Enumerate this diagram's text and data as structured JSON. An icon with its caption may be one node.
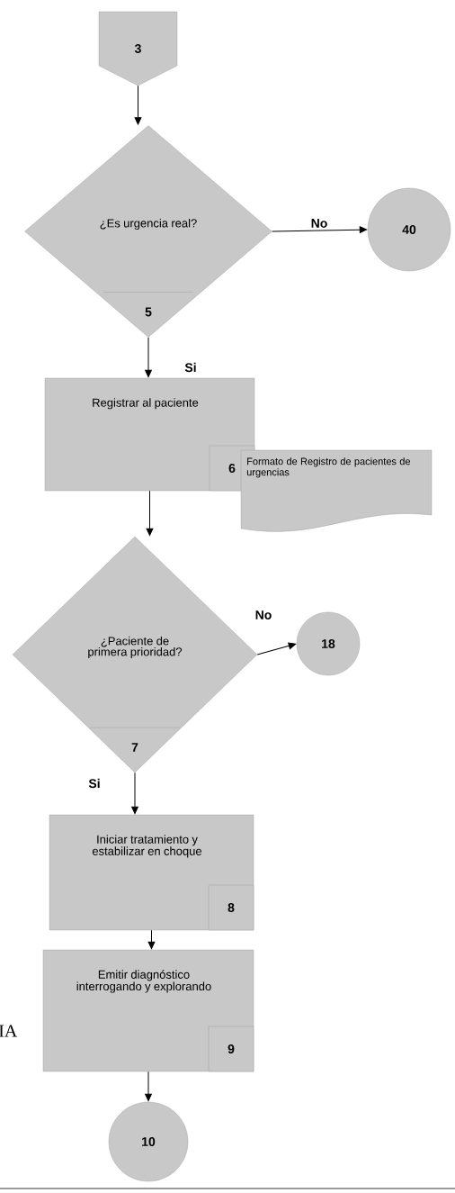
{
  "diagram": {
    "nodes": [
      {
        "text": [
          "3"
        ]
      },
      {
        "text": [
          "¿Es urgencia real?",
          "5"
        ]
      },
      {
        "text": [
          "40"
        ]
      },
      {
        "text": [
          "Registrar al paciente",
          "6"
        ]
      },
      {
        "text": [
          "Formato de Registro de pacientes de urgencias"
        ]
      },
      {
        "text": [
          "¿Paciente de primera prioridad?",
          "7"
        ]
      },
      {
        "text": [
          "18"
        ]
      },
      {
        "text": [
          "Iniciar tratamiento y estabilizar en choque",
          "8"
        ]
      },
      {
        "text": [
          "Emitir diagnóstico interrogando y explorando",
          "9"
        ]
      },
      {
        "text": [
          "10"
        ]
      }
    ],
    "edges": [
      {
        "from": 0,
        "to": 1,
        "arrow": "to"
      },
      {
        "from": 1,
        "to": 2,
        "arrow": "to",
        "label": "No"
      },
      {
        "from": 1,
        "to": 3,
        "arrow": "to",
        "label": "Si"
      },
      {
        "from": 3,
        "to": 5,
        "arrow": "to"
      },
      {
        "from": 5,
        "to": 6,
        "arrow": "to",
        "label": "No"
      },
      {
        "from": 5,
        "to": 7,
        "arrow": "to",
        "label": "Si"
      },
      {
        "from": 7,
        "to": 8,
        "arrow": "to"
      },
      {
        "from": 8,
        "to": 9,
        "arrow": "to"
      }
    ],
    "labels": [
      "IA"
    ]
  }
}
